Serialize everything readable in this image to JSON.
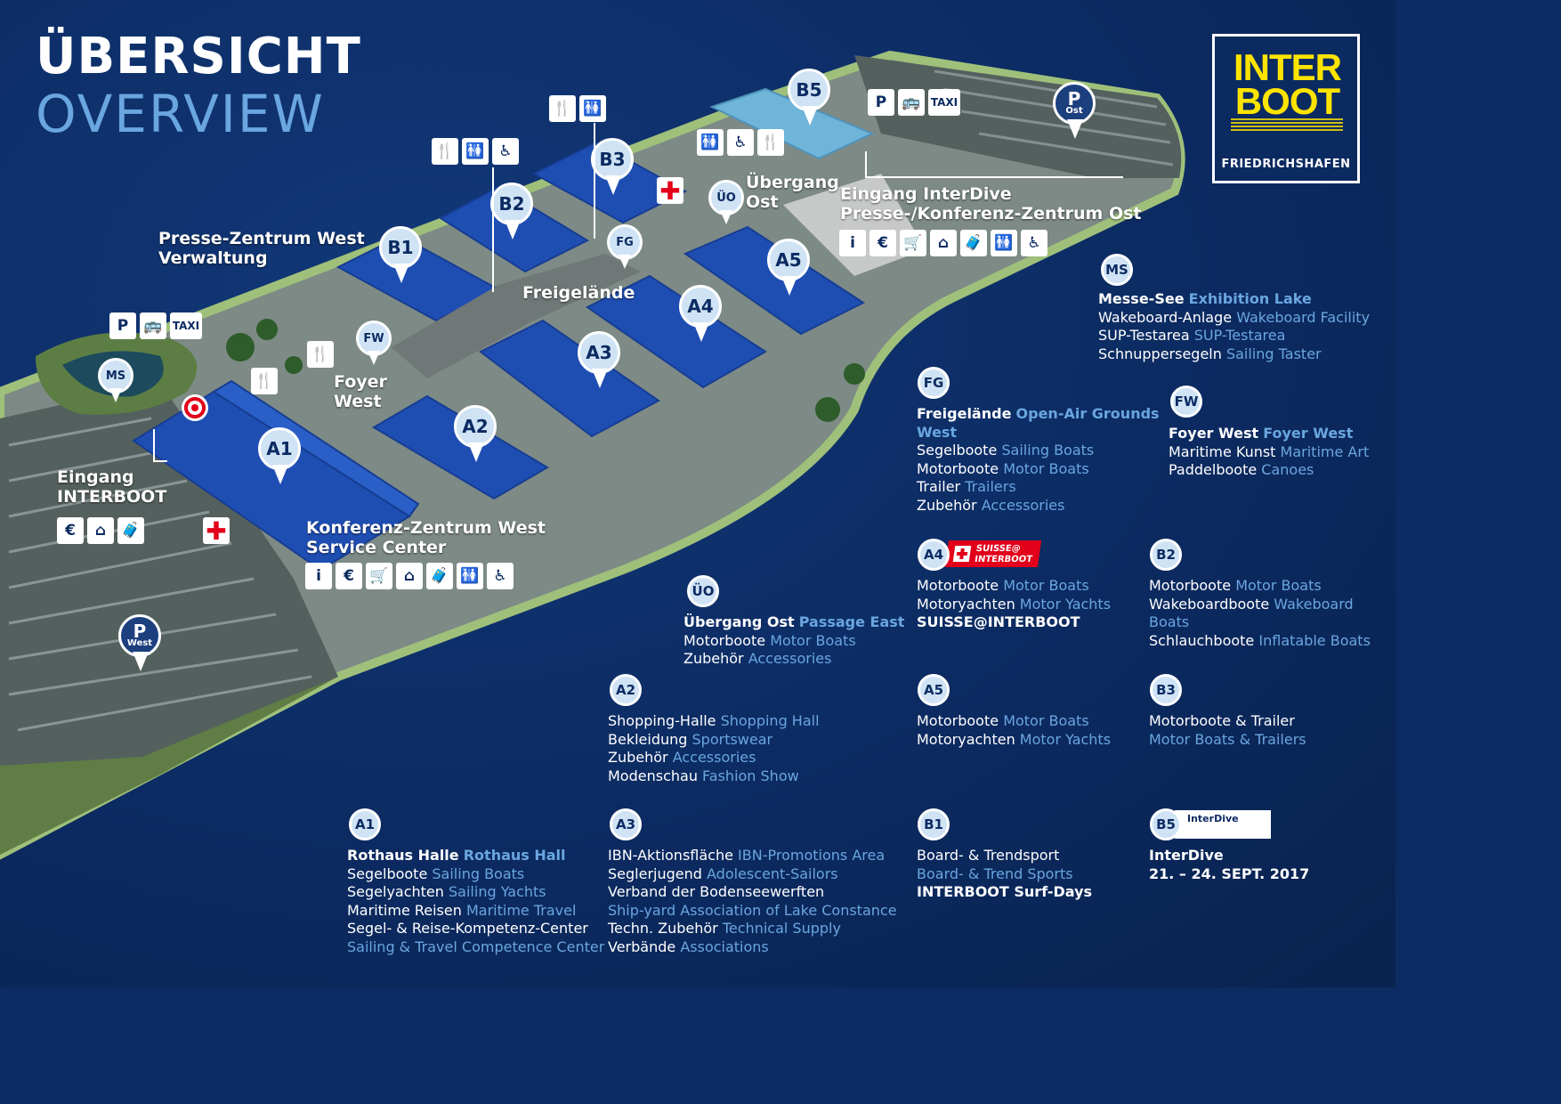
{
  "header": {
    "title": "ÜBERSICHT",
    "subtitle": "OVERVIEW"
  },
  "logo": {
    "line1": "INTER",
    "line2": "BOOT",
    "city": "FRIEDRICHSHAFEN"
  },
  "colors": {
    "background": "#0c2b62",
    "accent": "#6aa6e0",
    "pin_fill": "#cfe3f5",
    "logo_yellow": "#ffe400",
    "red_cross": "#e2001a"
  },
  "map": {
    "pins": {
      "A1": "A1",
      "A2": "A2",
      "A3": "A3",
      "A4": "A4",
      "A5": "A5",
      "B1": "B1",
      "B2": "B2",
      "B3": "B3",
      "B5": "B5",
      "FG": "FG",
      "FW": "FW",
      "UO": "ÜO",
      "MS": "MS"
    },
    "parking_west": {
      "letter": "P",
      "name": "West"
    },
    "parking_ost": {
      "letter": "P",
      "name": "Ost"
    },
    "labels": {
      "presse_west_1": "Presse-Zentrum West",
      "presse_west_2": "Verwaltung",
      "freigelaende": "Freigelände",
      "foyer_1": "Foyer",
      "foyer_2": "West",
      "eingang_1": "Eingang",
      "eingang_2": "INTERBOOT",
      "konferenz_1": "Konferenz-Zentrum West",
      "konferenz_2": "Service Center",
      "uebergang_1": "Übergang",
      "uebergang_2": "Ost",
      "interdive_1": "Eingang InterDive",
      "interdive_2": "Presse-/Konferenz-Zentrum Ost"
    },
    "taxi": "TAXI",
    "icons": {
      "restaurant": "🍴",
      "toilet": "🚻",
      "wheelchair": "♿",
      "info": "i",
      "euro": "€",
      "cart": "🛒",
      "wardrobe": "⌂",
      "luggage": "🧳",
      "bus": "🚌",
      "park_ride": "P",
      "red_cross": "✚"
    }
  },
  "legend": {
    "MS": {
      "badge": "MS",
      "title_de": "Messe-See",
      "title_en": "Exhibition Lake",
      "rows": [
        [
          "Wakeboard-Anlage",
          "Wakeboard Facility"
        ],
        [
          "SUP-Testarea",
          "SUP-Testarea"
        ],
        [
          "Schnuppersegeln",
          "Sailing Taster"
        ]
      ]
    },
    "FG": {
      "badge": "FG",
      "title_de": "Freigelände",
      "title_en": "Open-Air Grounds",
      "title_en2": "West",
      "rows": [
        [
          "Segelboote",
          "Sailing Boats"
        ],
        [
          "Motorboote",
          "Motor Boats"
        ],
        [
          "Trailer",
          "Trailers"
        ],
        [
          "Zubehör",
          "Accessories"
        ]
      ]
    },
    "FW": {
      "badge": "FW",
      "title_de": "Foyer West",
      "title_en": "Foyer West",
      "rows": [
        [
          "Maritime Kunst",
          "Maritime Art"
        ],
        [
          "Paddelboote",
          "Canoes"
        ]
      ]
    },
    "A4": {
      "badge": "A4",
      "suisse_1": "SUISSE@",
      "suisse_2": "INTERBOOT",
      "rows": [
        [
          "Motorboote",
          "Motor Boats"
        ],
        [
          "Motoryachten",
          "Motor Yachts"
        ]
      ],
      "extra": "SUISSE@INTERBOOT"
    },
    "B2": {
      "badge": "B2",
      "rows": [
        [
          "Motorboote",
          "Motor Boats"
        ],
        [
          "Wakeboardboote",
          "Wakeboard Boats"
        ],
        [
          "Schlauchboote",
          "Inflatable Boats"
        ]
      ]
    },
    "UO": {
      "badge": "ÜO",
      "title_de": "Übergang Ost",
      "title_en": "Passage East",
      "rows": [
        [
          "Motorboote",
          "Motor Boats"
        ],
        [
          "Zubehör",
          "Accessories"
        ]
      ]
    },
    "A5": {
      "badge": "A5",
      "rows": [
        [
          "Motorboote",
          "Motor Boats"
        ],
        [
          "Motoryachten",
          "Motor Yachts"
        ]
      ]
    },
    "B3": {
      "badge": "B3",
      "line1": "Motorboote & Trailer",
      "line2": "Motor Boats & Trailers"
    },
    "A2": {
      "badge": "A2",
      "rows": [
        [
          "Shopping-Halle",
          "Shopping Hall"
        ],
        [
          "Bekleidung",
          "Sportswear"
        ],
        [
          "Zubehör",
          "Accessories"
        ],
        [
          "Modenschau",
          "Fashion Show"
        ]
      ]
    },
    "A1": {
      "badge": "A1",
      "title_de": "Rothaus Halle",
      "title_en": "Rothaus Hall",
      "rows": [
        [
          "Segelboote",
          "Sailing Boats"
        ],
        [
          "Segelyachten",
          "Sailing Yachts"
        ],
        [
          "Maritime Reisen",
          "Maritime Travel"
        ],
        [
          "Segel- & Reise-Kompetenz-Center",
          ""
        ]
      ],
      "last": "Sailing & Travel Competence Center"
    },
    "A3": {
      "badge": "A3",
      "rows": [
        [
          "IBN-Aktionsfläche",
          "IBN-Promotions Area"
        ],
        [
          "Seglerjugend",
          "Adolescent-Sailors"
        ]
      ],
      "verband": "Verband der Bodenseewerften",
      "verband_en": "Ship-yard Association of Lake Constance",
      "rows2": [
        [
          "Techn. Zubehör",
          "Technical Supply"
        ],
        [
          "Verbände",
          "Associations"
        ]
      ]
    },
    "B1": {
      "badge": "B1",
      "line1": "Board- & Trendsport",
      "line2": "Board- & Trend Sports",
      "line3": "INTERBOOT Surf-Days"
    },
    "B5": {
      "badge": "B5",
      "logo": "InterDive",
      "line1": "InterDive",
      "line2": "21. – 24. SEPT. 2017"
    }
  }
}
